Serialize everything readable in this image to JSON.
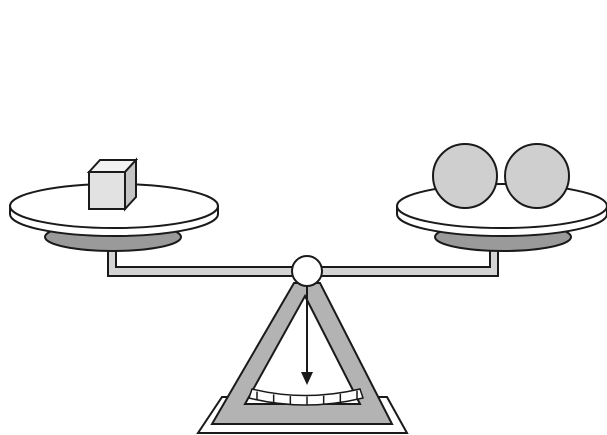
{
  "diagram": {
    "subject": "balance-scale",
    "colors": {
      "stroke": "#1a1a1a",
      "pan_top": "#ffffff",
      "pan_base": "#9a9a9a",
      "stand": "#b3b3b3",
      "beam": "#d4d4d4",
      "ball": "#cfcfcf",
      "cube_front": "#e2e2e2",
      "cube_top": "#f2f2f2",
      "cube_side": "#c4c4c4",
      "dial": "#ffffff",
      "background": "#ffffff"
    },
    "left_pan": {
      "items": [
        {
          "kind": "cube"
        }
      ]
    },
    "right_pan": {
      "items": [
        {
          "kind": "ball"
        },
        {
          "kind": "ball"
        }
      ]
    },
    "pointer": {
      "position": "center"
    },
    "dial": {
      "tick_count": 7
    }
  }
}
